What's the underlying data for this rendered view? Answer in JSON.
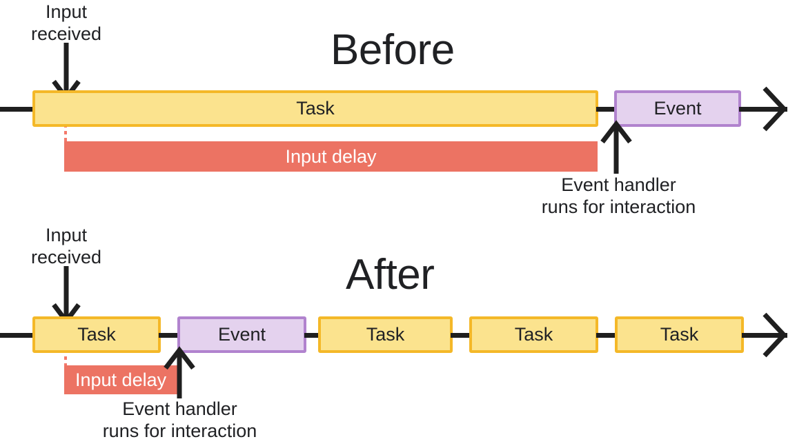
{
  "diagram": {
    "title_before": "Before",
    "title_after": "After",
    "labels": {
      "task": "Task",
      "event": "Event",
      "input_delay": "Input delay",
      "input_received": "Input\nreceived",
      "event_handler": "Event handler\nruns for interaction"
    },
    "colors": {
      "task_fill": "#FBE38E",
      "task_border": "#F4B828",
      "event_fill": "#E4D2EE",
      "event_border": "#B183CE",
      "delay_fill": "#EC7363",
      "line": "#1f1f1f",
      "text": "#202124",
      "dotted_guide": "#F4796B",
      "background": "#ffffff"
    },
    "before": {
      "title": "Before",
      "blocks": [
        {
          "kind": "task",
          "label": "Task"
        },
        {
          "kind": "event",
          "label": "Event"
        }
      ],
      "delay": {
        "label": "Input delay"
      },
      "annotations": [
        {
          "name": "input-received",
          "text": "Input\nreceived"
        },
        {
          "name": "event-handler",
          "text": "Event handler\nruns for interaction"
        }
      ]
    },
    "after": {
      "title": "After",
      "blocks": [
        {
          "kind": "task",
          "label": "Task"
        },
        {
          "kind": "event",
          "label": "Event"
        },
        {
          "kind": "task",
          "label": "Task"
        },
        {
          "kind": "task",
          "label": "Task"
        },
        {
          "kind": "task",
          "label": "Task"
        }
      ],
      "delay": {
        "label": "Input delay"
      },
      "annotations": [
        {
          "name": "input-received",
          "text": "Input\nreceived"
        },
        {
          "name": "event-handler",
          "text": "Event handler\nruns for interaction"
        }
      ]
    }
  }
}
